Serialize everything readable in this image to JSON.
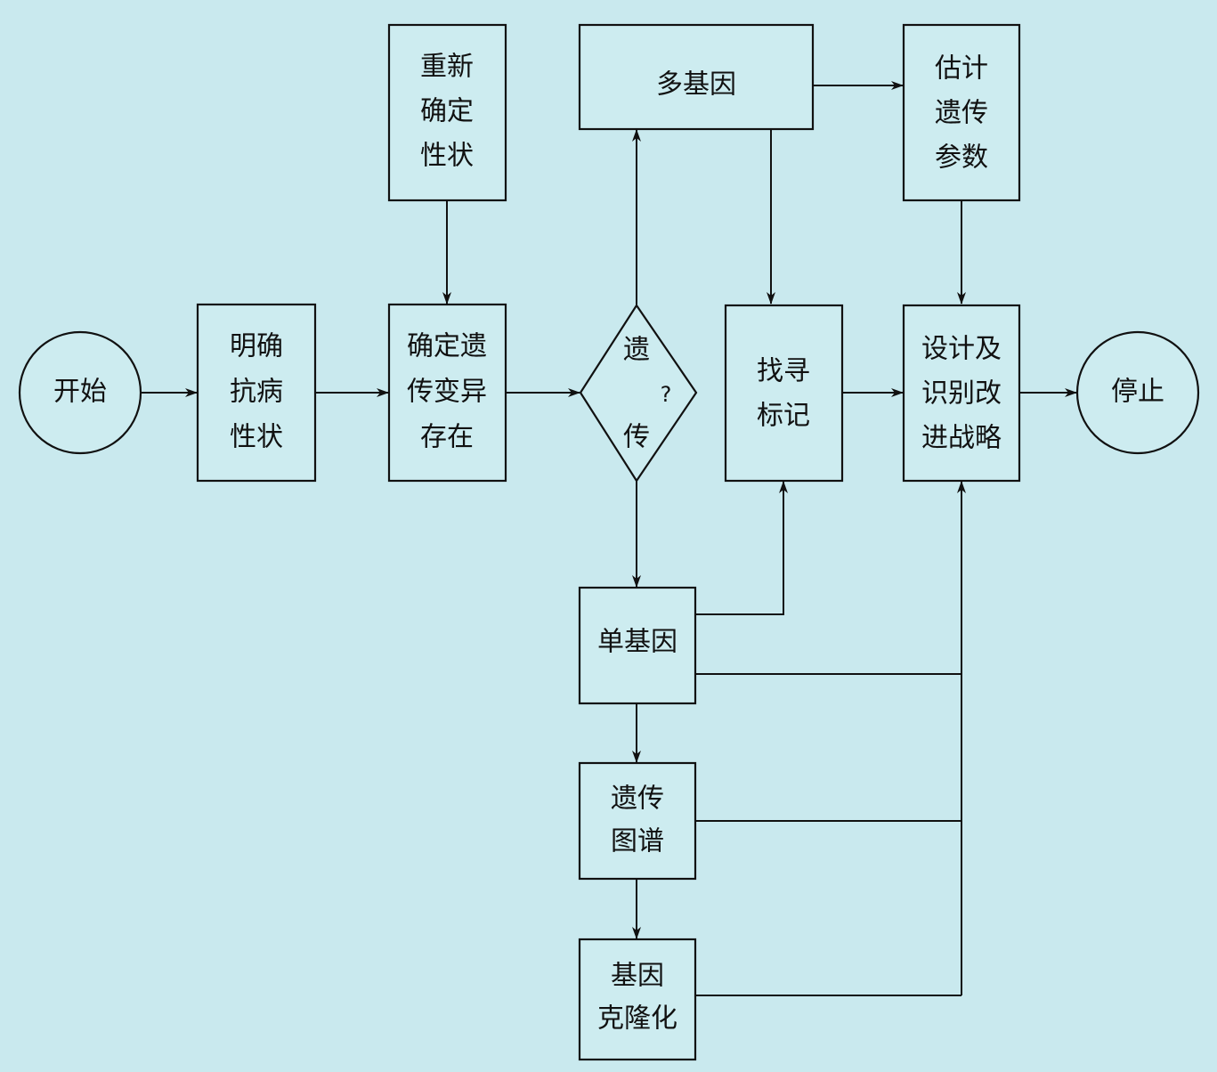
{
  "nodes": {
    "start": "开始",
    "identify_trait": [
      "明确",
      "抗病",
      "性状"
    ],
    "redefine_trait": [
      "重新",
      "确定",
      "性状"
    ],
    "confirm_variation": [
      "确定遗",
      "传变异",
      "存在"
    ],
    "heritable_decision": [
      "遗",
      "?",
      "传"
    ],
    "polygenic": "多基因",
    "estimate_params": [
      "估计",
      "遗传",
      "参数"
    ],
    "find_markers": [
      "找寻",
      "标记"
    ],
    "design_strategy": [
      "设计及",
      "识别改",
      "进战略"
    ],
    "stop": "停止",
    "monogenic": "单基因",
    "genetic_map": [
      "遗传",
      "图谱"
    ],
    "gene_cloning": [
      "基因",
      "克隆化"
    ]
  },
  "colors": {
    "background": "#c9e9ee",
    "line": "#111111"
  }
}
